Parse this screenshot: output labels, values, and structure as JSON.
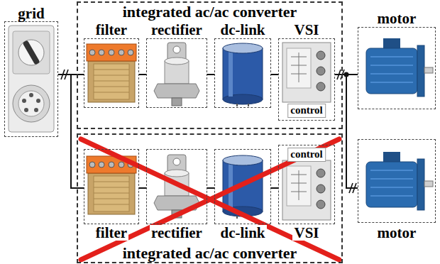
{
  "diagram": {
    "nodes": [
      {
        "text": [
          "grid"
        ]
      },
      {
        "text": [
          "integrated ac/ac converter"
        ]
      },
      {
        "text": [
          "filter"
        ],
        "in": 1
      },
      {
        "text": [
          "rectifier"
        ],
        "in": 1
      },
      {
        "text": [
          "dc-link"
        ],
        "in": 1
      },
      {
        "text": [
          "VSI",
          "control"
        ],
        "in": 1
      },
      {
        "text": [
          "motor"
        ]
      },
      {
        "text": [
          "integrated ac/ac converter"
        ]
      },
      {
        "text": [
          "filter"
        ],
        "in": 7
      },
      {
        "text": [
          "rectifier"
        ],
        "in": 7
      },
      {
        "text": [
          "dc-link"
        ],
        "in": 7
      },
      {
        "text": [
          "control",
          "VSI"
        ],
        "in": 7
      },
      {
        "text": [
          "motor"
        ]
      }
    ],
    "edges": [
      {
        "from": 0,
        "to": 2,
        "arrow": "none"
      },
      {
        "from": 2,
        "to": 3,
        "arrow": "none"
      },
      {
        "from": 3,
        "to": 4,
        "arrow": "none"
      },
      {
        "from": 4,
        "to": 5,
        "arrow": "none"
      },
      {
        "from": 5,
        "to": 6,
        "arrow": "none"
      },
      {
        "from": 0,
        "to": 8,
        "arrow": "none"
      },
      {
        "from": 8,
        "to": 9,
        "arrow": "none"
      },
      {
        "from": 9,
        "to": 10,
        "arrow": "none"
      },
      {
        "from": 10,
        "to": 11,
        "arrow": "none"
      },
      {
        "from": 5,
        "to": 12,
        "arrow": "none"
      }
    ]
  }
}
